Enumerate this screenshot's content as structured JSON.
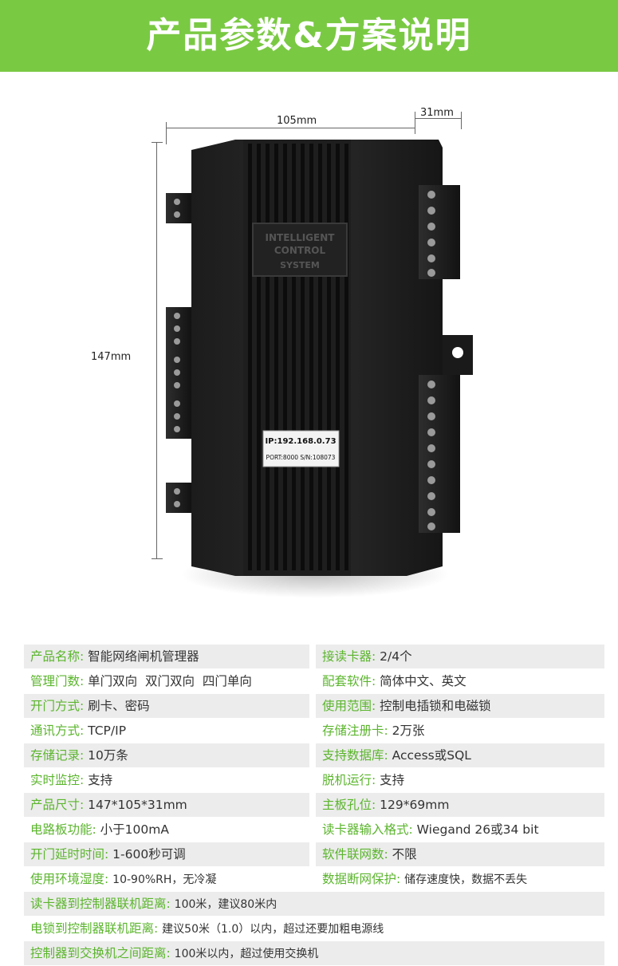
{
  "banner": {
    "title": "产品参数&方案说明"
  },
  "dimensions": {
    "width": "105mm",
    "depth": "31mm",
    "height": "147mm"
  },
  "device": {
    "logo_lines": [
      "INTELLIGENT",
      "CONTROL",
      "SYSTEM"
    ],
    "ip_label": "IP:192.168.0.73",
    "port_label": "PORT:8000  S/N:108073"
  },
  "specs": [
    {
      "left": {
        "key": "产品名称:",
        "value": "智能网络闸机管理器"
      },
      "right": {
        "key": "接读卡器:",
        "value": "2/4个"
      }
    },
    {
      "left": {
        "key": "管理门数:",
        "value": "单门双向  双门双向  四门单向"
      },
      "right": {
        "key": "配套软件:",
        "value": "简体中文、英文"
      }
    },
    {
      "left": {
        "key": "开门方式:",
        "value": "刷卡、密码"
      },
      "right": {
        "key": "使用范围:",
        "value": "控制电插锁和电磁锁"
      }
    },
    {
      "left": {
        "key": "通讯方式:",
        "value": "TCP/IP"
      },
      "right": {
        "key": "存储注册卡:",
        "value": "2万张"
      }
    },
    {
      "left": {
        "key": "存储记录:",
        "value": "10万条"
      },
      "right": {
        "key": "支持数据库:",
        "value": "Access或SQL"
      }
    },
    {
      "left": {
        "key": "实时监控:",
        "value": "支持"
      },
      "right": {
        "key": "脱机运行:",
        "value": "支持"
      }
    },
    {
      "left": {
        "key": "产品尺寸:",
        "value": "147*105*31mm"
      },
      "right": {
        "key": "主板孔位:",
        "value": "129*69mm"
      }
    },
    {
      "left": {
        "key": "电路板功能:",
        "value": "小于100mA"
      },
      "right": {
        "key": "读卡器输入格式:",
        "value": "Wiegand 26或34 bit"
      }
    },
    {
      "left": {
        "key": "开门延时时间:",
        "value": "1-600秒可调"
      },
      "right": {
        "key": "软件联网数:",
        "value": "不限"
      }
    },
    {
      "left": {
        "key": "使用环境湿度:",
        "value": "10-90%RH，无冷凝"
      },
      "right": {
        "key": "数据断网保护:",
        "value": "储存速度快，数据不丢失"
      }
    }
  ],
  "specs_full": [
    {
      "key": "读卡器到控制器联机距离:",
      "value": "100米，建议80米内"
    },
    {
      "key": "电锁到控制器联机距离:",
      "value": "建议50米（1.0）以内，超过还要加粗电源线"
    },
    {
      "key": "控制器到交换机之间距离:",
      "value": "100米以内，超过使用交换机"
    }
  ]
}
